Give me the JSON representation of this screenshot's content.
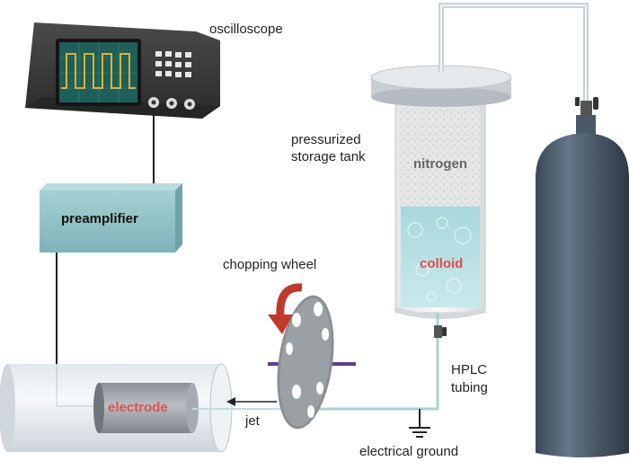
{
  "labels": {
    "oscilloscope": "oscilloscope",
    "preamplifier": "preamplifier",
    "tank_line1": "pressurized",
    "tank_line2": "storage tank",
    "nitrogen": "nitrogen",
    "colloid": "colloid",
    "chopping_wheel": "chopping wheel",
    "hplc_line1": "HPLC",
    "hplc_line2": "tubing",
    "electrode": "electrode",
    "jet": "jet",
    "electrical_ground": "electrical ground"
  },
  "colors": {
    "preamp_fill": "#8fc3c7",
    "colloid_text": "#e04b4b",
    "electrode_text": "#e05050",
    "cylinder": "#4a5868",
    "wheel_arrow": "#c0392b",
    "axle": "#5a3f8c",
    "waveform": "#e0b030",
    "scope_screen": "#1f5f5a"
  }
}
